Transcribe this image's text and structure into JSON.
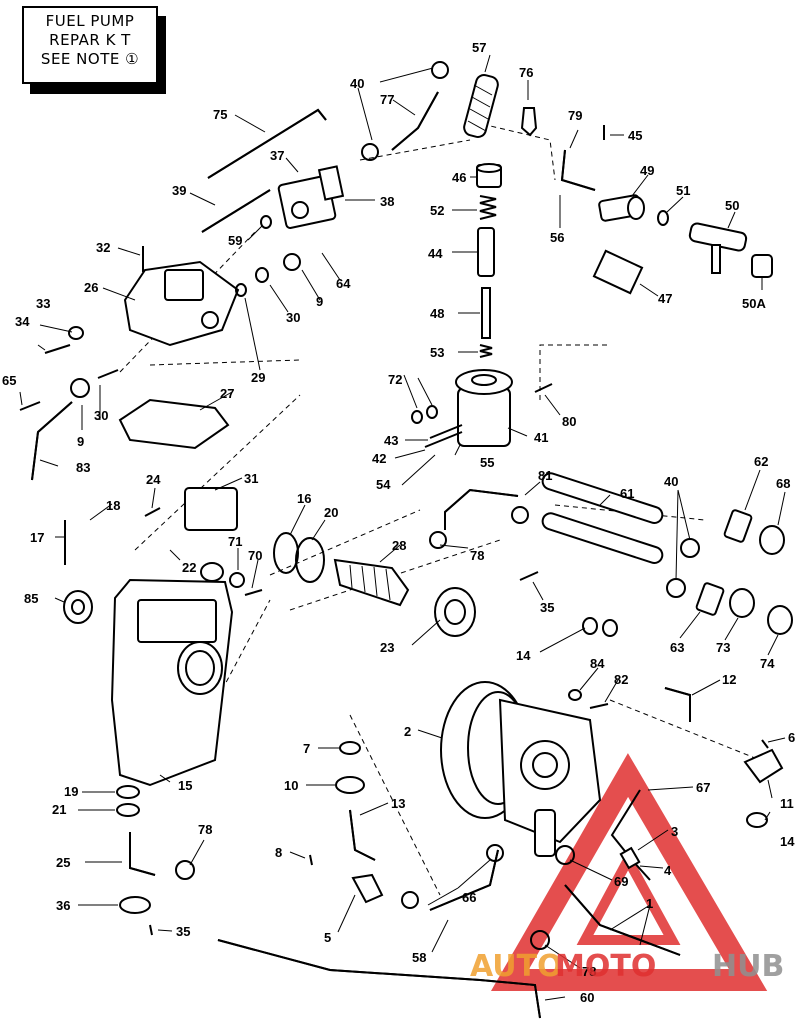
{
  "note_box": {
    "line1": "FUEL PUMP",
    "line2": "REPAR K T",
    "line3": "SEE NOTE ①"
  },
  "callouts": {
    "c1": "1",
    "c2": "2",
    "c3": "3",
    "c4": "4",
    "c5": "5",
    "c6": "6",
    "c7": "7",
    "c8": "8",
    "c9a": "9",
    "c9b": "9",
    "c10": "10",
    "c11": "11",
    "c12": "12",
    "c13": "13",
    "c14a": "14",
    "c14b": "14",
    "c15": "15",
    "c16": "16",
    "c17": "17",
    "c18": "18",
    "c19": "19",
    "c20": "20",
    "c21": "21",
    "c22": "22",
    "c23": "23",
    "c24": "24",
    "c25": "25",
    "c26": "26",
    "c27": "27",
    "c28": "28",
    "c29": "29",
    "c30a": "30",
    "c30b": "30",
    "c31": "31",
    "c32": "32",
    "c33": "33",
    "c34": "34",
    "c35a": "35",
    "c35b": "35",
    "c36": "36",
    "c37": "37",
    "c38": "38",
    "c39": "39",
    "c40a": "40",
    "c40b": "40",
    "c41": "41",
    "c42": "42",
    "c43": "43",
    "c44": "44",
    "c45": "45",
    "c46": "46",
    "c47": "47",
    "c48": "48",
    "c49": "49",
    "c50": "50",
    "c50A": "50A",
    "c51": "51",
    "c52": "52",
    "c53": "53",
    "c54": "54",
    "c55": "55",
    "c56": "56",
    "c57": "57",
    "c58": "58",
    "c59": "59",
    "c60": "60",
    "c61": "61",
    "c62": "62",
    "c63": "63",
    "c64": "64",
    "c65": "65",
    "c66": "66",
    "c67": "67",
    "c68": "68",
    "c69": "69",
    "c70": "70",
    "c71": "71",
    "c72": "72",
    "c73": "73",
    "c74": "74",
    "c75": "75",
    "c76": "76",
    "c77": "77",
    "c78a": "78",
    "c78b": "78",
    "c78c": "78",
    "c79": "79",
    "c80": "80",
    "c81": "81",
    "c82": "82",
    "c83": "83",
    "c84": "84",
    "c85": "85"
  },
  "watermark": {
    "text_auto": "AUTO",
    "text_moto": "MOTO",
    "text_hub": "HUB",
    "color_red": "#e03030",
    "color_orange": "#f0a030",
    "color_gray": "#909090"
  }
}
